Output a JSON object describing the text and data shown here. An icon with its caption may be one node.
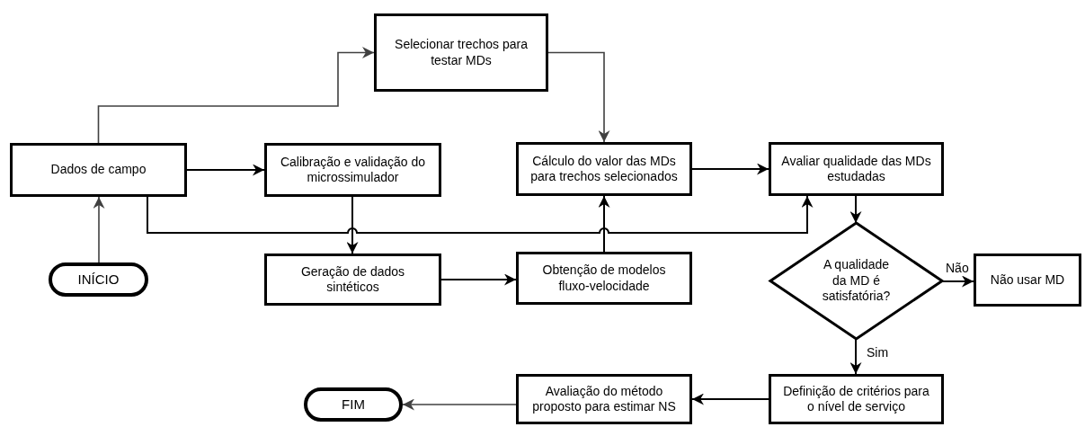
{
  "diagram": {
    "nodes": [
      {
        "text": [
          "Selecionar trechos para testar MDs"
        ]
      },
      {
        "text": [
          "Dados de campo"
        ]
      },
      {
        "text": [
          "Calibração e validação do microssimulador"
        ]
      },
      {
        "text": [
          "Cálculo do valor das MDs para trechos selecionados"
        ]
      },
      {
        "text": [
          "Avaliar qualidade das MDs estudadas"
        ]
      },
      {
        "text": [
          "INÍCIO"
        ]
      },
      {
        "text": [
          "Geração de dados sintéticos"
        ]
      },
      {
        "text": [
          "Obtenção de modelos fluxo-velocidade"
        ]
      },
      {
        "text": [
          "A qualidade da MD é satisfatória?"
        ]
      },
      {
        "text": [
          "Não usar MD"
        ]
      },
      {
        "text": [
          "FIM"
        ]
      },
      {
        "text": [
          "Avaliação do método proposto para estimar NS"
        ]
      },
      {
        "text": [
          "Definição de critérios para o nível de serviço"
        ]
      }
    ],
    "edges": [
      {
        "from": 5,
        "to": 1,
        "arrow": "to",
        "color": "#404040"
      },
      {
        "from": 1,
        "to": 0,
        "arrow": "to",
        "color": "#404040"
      },
      {
        "from": 1,
        "to": 2,
        "arrow": "to"
      },
      {
        "from": 1,
        "to": 4,
        "arrow": "to"
      },
      {
        "from": 2,
        "to": 6,
        "arrow": "to"
      },
      {
        "from": 0,
        "to": 3,
        "arrow": "to",
        "color": "#404040"
      },
      {
        "from": 3,
        "to": 4,
        "arrow": "to"
      },
      {
        "from": 6,
        "to": 7,
        "arrow": "to"
      },
      {
        "from": 7,
        "to": 3,
        "arrow": "to"
      },
      {
        "from": 4,
        "to": 8,
        "arrow": "to"
      },
      {
        "from": 8,
        "to": 9,
        "label": "Não",
        "arrow": "to"
      },
      {
        "from": 8,
        "to": 12,
        "label": "Sim",
        "arrow": "to"
      },
      {
        "from": 12,
        "to": 11,
        "arrow": "to"
      },
      {
        "from": 11,
        "to": 10,
        "arrow": "to",
        "color": "#404040"
      }
    ]
  }
}
